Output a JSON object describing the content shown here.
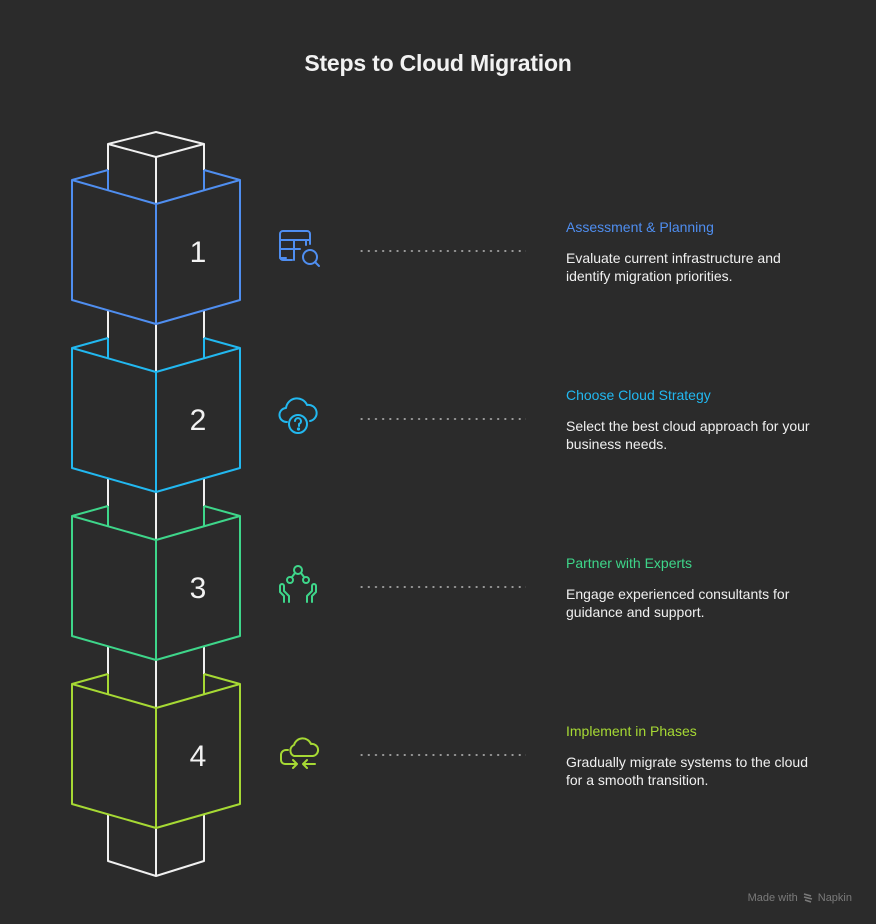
{
  "title": "Steps to Cloud Migration",
  "column_color": "#f0f0f0",
  "steps": [
    {
      "number": "1",
      "title": "Assessment & Planning",
      "description": "Evaluate current infrastructure and identify migration priorities.",
      "color": "#4f8ef0",
      "icon": "table-search-icon"
    },
    {
      "number": "2",
      "title": "Choose Cloud Strategy",
      "description": "Select the best cloud approach for your business needs.",
      "color": "#22b8f0",
      "icon": "cloud-question-icon"
    },
    {
      "number": "3",
      "title": "Partner with Experts",
      "description": "Engage experienced consultants for guidance and support.",
      "color": "#3ed68a",
      "icon": "hands-network-icon"
    },
    {
      "number": "4",
      "title": "Implement in Phases",
      "description": "Gradually migrate systems to the cloud for a smooth transition.",
      "color": "#a6d934",
      "icon": "cloud-converge-icon"
    }
  ],
  "footer": {
    "made_with": "Made with",
    "brand": "Napkin"
  }
}
